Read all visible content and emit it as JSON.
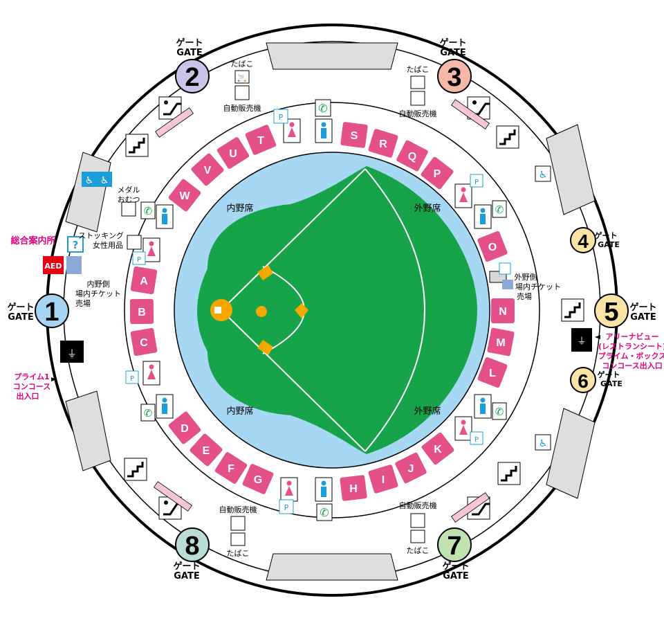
{
  "gates": [
    {
      "num": "1",
      "ja": "ゲート",
      "en": "GATE",
      "color": "#a5d5f2"
    },
    {
      "num": "2",
      "ja": "ゲート",
      "en": "GATE",
      "color": "#c8c5e8"
    },
    {
      "num": "3",
      "ja": "ゲート",
      "en": "GATE",
      "color": "#f5b7a8"
    },
    {
      "num": "4",
      "ja": "ゲート",
      "en": "GATE",
      "color": "#fbe3a8"
    },
    {
      "num": "5",
      "ja": "ゲート",
      "en": "GATE",
      "color": "#fbe3a8"
    },
    {
      "num": "6",
      "ja": "ゲート",
      "en": "GATE",
      "color": "#fbe3a8"
    },
    {
      "num": "7",
      "ja": "ゲート",
      "en": "GATE",
      "color": "#bfe2b0"
    },
    {
      "num": "8",
      "ja": "ゲート",
      "en": "GATE",
      "color": "#b9dcd7"
    }
  ],
  "blocks": [
    "A",
    "B",
    "C",
    "D",
    "E",
    "F",
    "G",
    "H",
    "I",
    "J",
    "K",
    "L",
    "M",
    "N",
    "O",
    "P",
    "Q",
    "R",
    "S",
    "T",
    "U",
    "V",
    "W"
  ],
  "seats": {
    "infield_top": "内野席",
    "infield_bottom": "内野席",
    "outfield_top": "外野席",
    "outfield_bottom": "外野席"
  },
  "labels": {
    "tabako": "たばこ",
    "vending": "自動販売機",
    "medal_1": "メダル",
    "medal_2": "おむつ",
    "stocking_1": "ストッキング",
    "stocking_2": "女性用品",
    "info_center": "総合案内所",
    "aed": "AED",
    "infield_ticket_1": "内野側",
    "infield_ticket_2": "場内チケット",
    "infield_ticket_3": "売場",
    "outfield_ticket_1": "外野側",
    "outfield_ticket_2": "場内チケット",
    "outfield_ticket_3": "売場",
    "prime1_1": "プライム1",
    "prime1_2": "コンコース",
    "prime1_3": "出入口",
    "arena_1": "アリーナビュー",
    "arena_2": "(レストランシート)",
    "arena_3": "プライム・ボックス",
    "arena_4": "コンコース出入口"
  },
  "colors": {
    "field_green": "#16a34a",
    "grass_blue": "#a6d8f3",
    "block_pink": "#e4508a",
    "accent_magenta": "#e4007f",
    "infield_orange": "#f6a800"
  }
}
